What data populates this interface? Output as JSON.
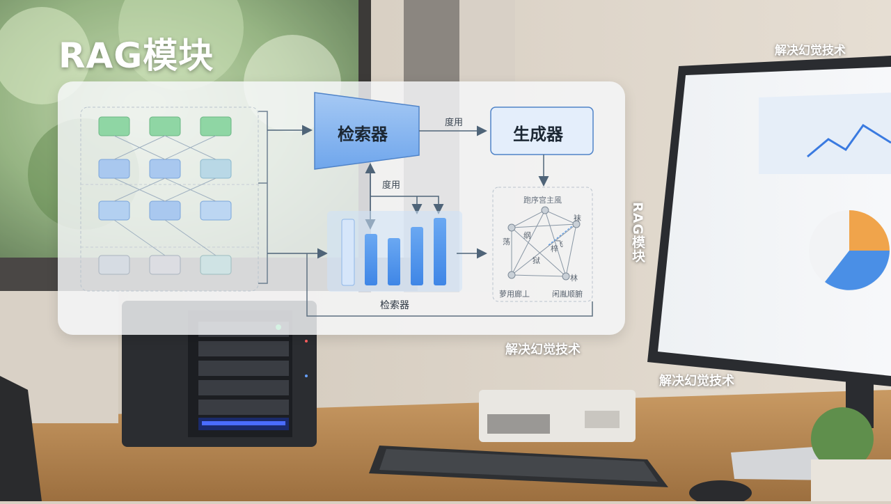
{
  "title": "RAG模块",
  "overlay_labels": {
    "top_right": "解决幻觉技术",
    "mid": "解决幻觉技术",
    "lower_right": "解决幻觉技术",
    "vertical": "RAG模块"
  },
  "diagram": {
    "retriever_label": "检索器",
    "generator_label": "生成器",
    "edge_top_label": "度用",
    "edge_vertical_label": "度用",
    "retriever_caption": "检索器",
    "graph_title": "跑序宫主風",
    "graph_labels": [
      "纲",
      "荡",
      "狱",
      "袜",
      "梓",
      "飞",
      "林"
    ],
    "graph_bottom_left": "萝用廊丄",
    "graph_bottom_right": "闲胤顺腑"
  },
  "colors": {
    "accent_blue": "#5b9be8",
    "panel": "#f5f7f9",
    "green_node": "#8fd6a4",
    "blue_node": "#a9c8ef",
    "gray_node": "#d6dce3"
  }
}
